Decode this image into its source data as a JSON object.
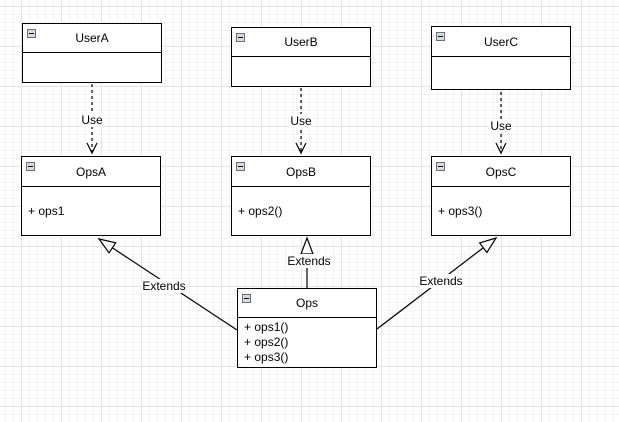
{
  "diagram": {
    "type": "uml-class-diagram",
    "classes": [
      {
        "name": "UserA",
        "members": []
      },
      {
        "name": "UserB",
        "members": []
      },
      {
        "name": "UserC",
        "members": []
      },
      {
        "name": "OpsA",
        "members": [
          "+ ops1"
        ]
      },
      {
        "name": "OpsB",
        "members": [
          "+ ops2()"
        ]
      },
      {
        "name": "OpsC",
        "members": [
          "+ ops3()"
        ]
      },
      {
        "name": "Ops",
        "members": [
          "+ ops1()",
          "+ ops2()",
          "+ ops3()"
        ]
      }
    ],
    "edges": [
      {
        "id": "use-usera-opsa",
        "label": "Use",
        "line": "dashed",
        "arrow": "open"
      },
      {
        "id": "use-userb-opsb",
        "label": "Use",
        "line": "dashed",
        "arrow": "open"
      },
      {
        "id": "use-userc-opsc",
        "label": "Use",
        "line": "dashed",
        "arrow": "open"
      },
      {
        "id": "extends-ops-opsa",
        "label": "Extends",
        "line": "solid",
        "arrow": "hollow-triangle"
      },
      {
        "id": "extends-ops-opsb",
        "label": "Extends",
        "line": "solid",
        "arrow": "hollow-triangle"
      },
      {
        "id": "extends-ops-opsc",
        "label": "Extends",
        "line": "solid",
        "arrow": "hollow-triangle"
      }
    ],
    "icons": {
      "collapse_icon": "minus-square"
    },
    "colors": {
      "canvas_bg": "#ffffff",
      "grid_minor": "#f3f3f5",
      "grid_major": "#e4e4e6",
      "node_fill": "#ffffff",
      "node_stroke": "#000000",
      "edge_stroke": "#000000",
      "collapse_fill": "#d6d8e6",
      "collapse_border": "#6e6e6e"
    }
  }
}
